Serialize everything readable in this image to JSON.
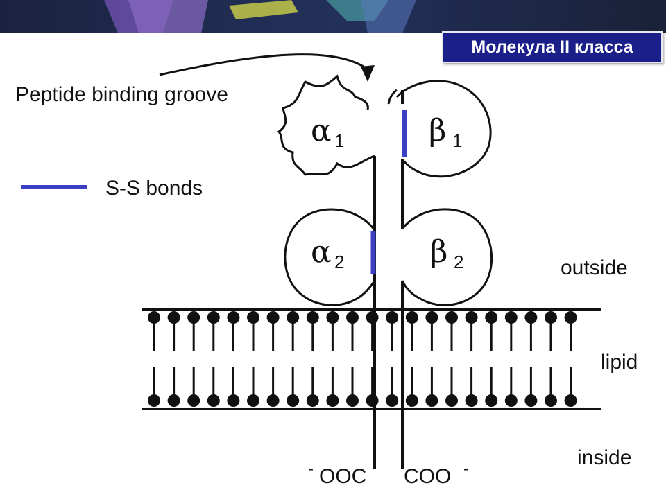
{
  "title_badge": "Молекула II класса",
  "labels": {
    "groove": "Peptide binding groove",
    "ss_bonds": "S-S bonds",
    "outside": "outside",
    "lipid": "lipid",
    "inside": "inside",
    "ooc_minus": "-",
    "ooc": "OOC",
    "coo": "COO",
    "coo_minus": "-"
  },
  "domains": {
    "alpha": "α",
    "beta": "β",
    "sub1": "1",
    "sub2": "2"
  },
  "colors": {
    "bond": "#3b3fc4",
    "badge": "#1b1f8a",
    "banner": "#1e2a52"
  }
}
